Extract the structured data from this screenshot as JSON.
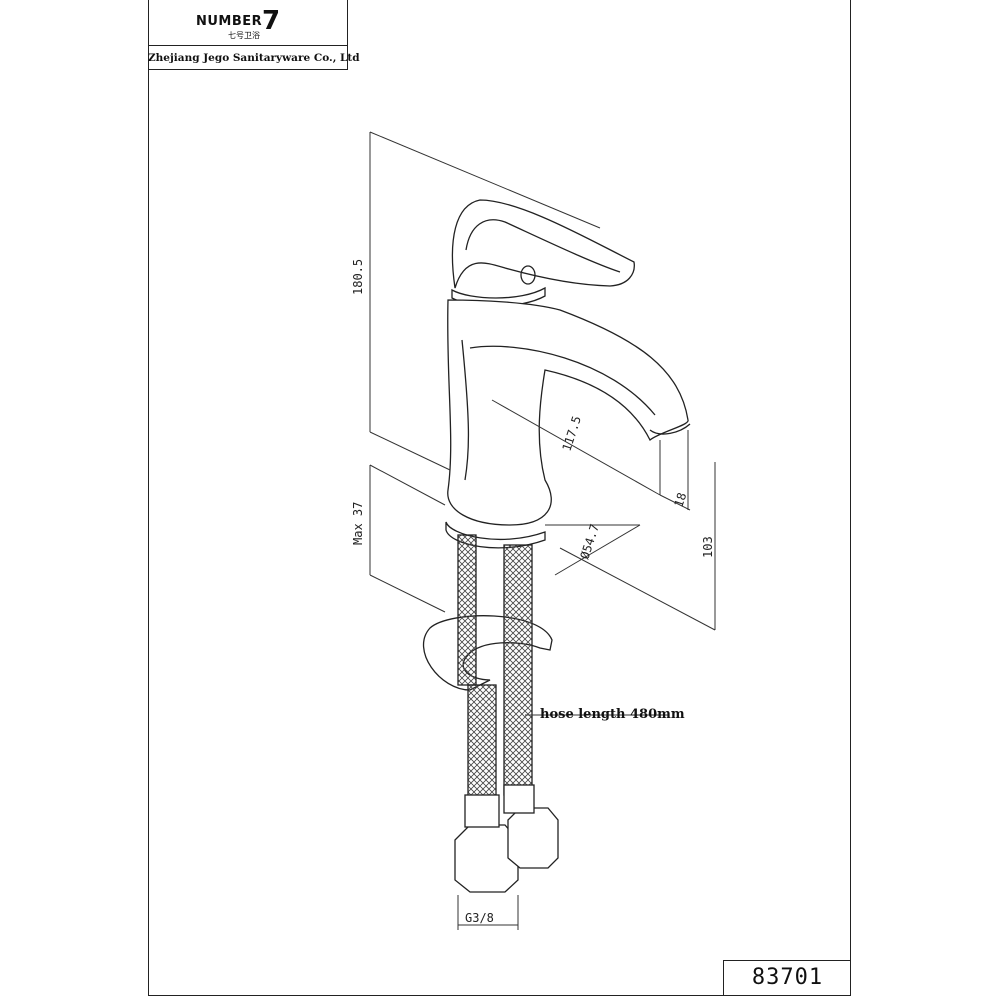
{
  "title_block": {
    "logo_word": "NUMBER",
    "logo_number": "7",
    "logo_subtitle": "七号卫浴",
    "company": "Zhejiang Jego Sanitaryware Co., Ltd"
  },
  "dimensions": {
    "overall_height": "180.5",
    "spout_reach": "117.5",
    "spout_outlet": "18",
    "max_deck": "Max 37",
    "base_diameter": "Ø54.7",
    "spout_height": "103",
    "hose_thread": "G3/8"
  },
  "annotations": {
    "hose_length": "hose length 480mm"
  },
  "model_number": "83701"
}
